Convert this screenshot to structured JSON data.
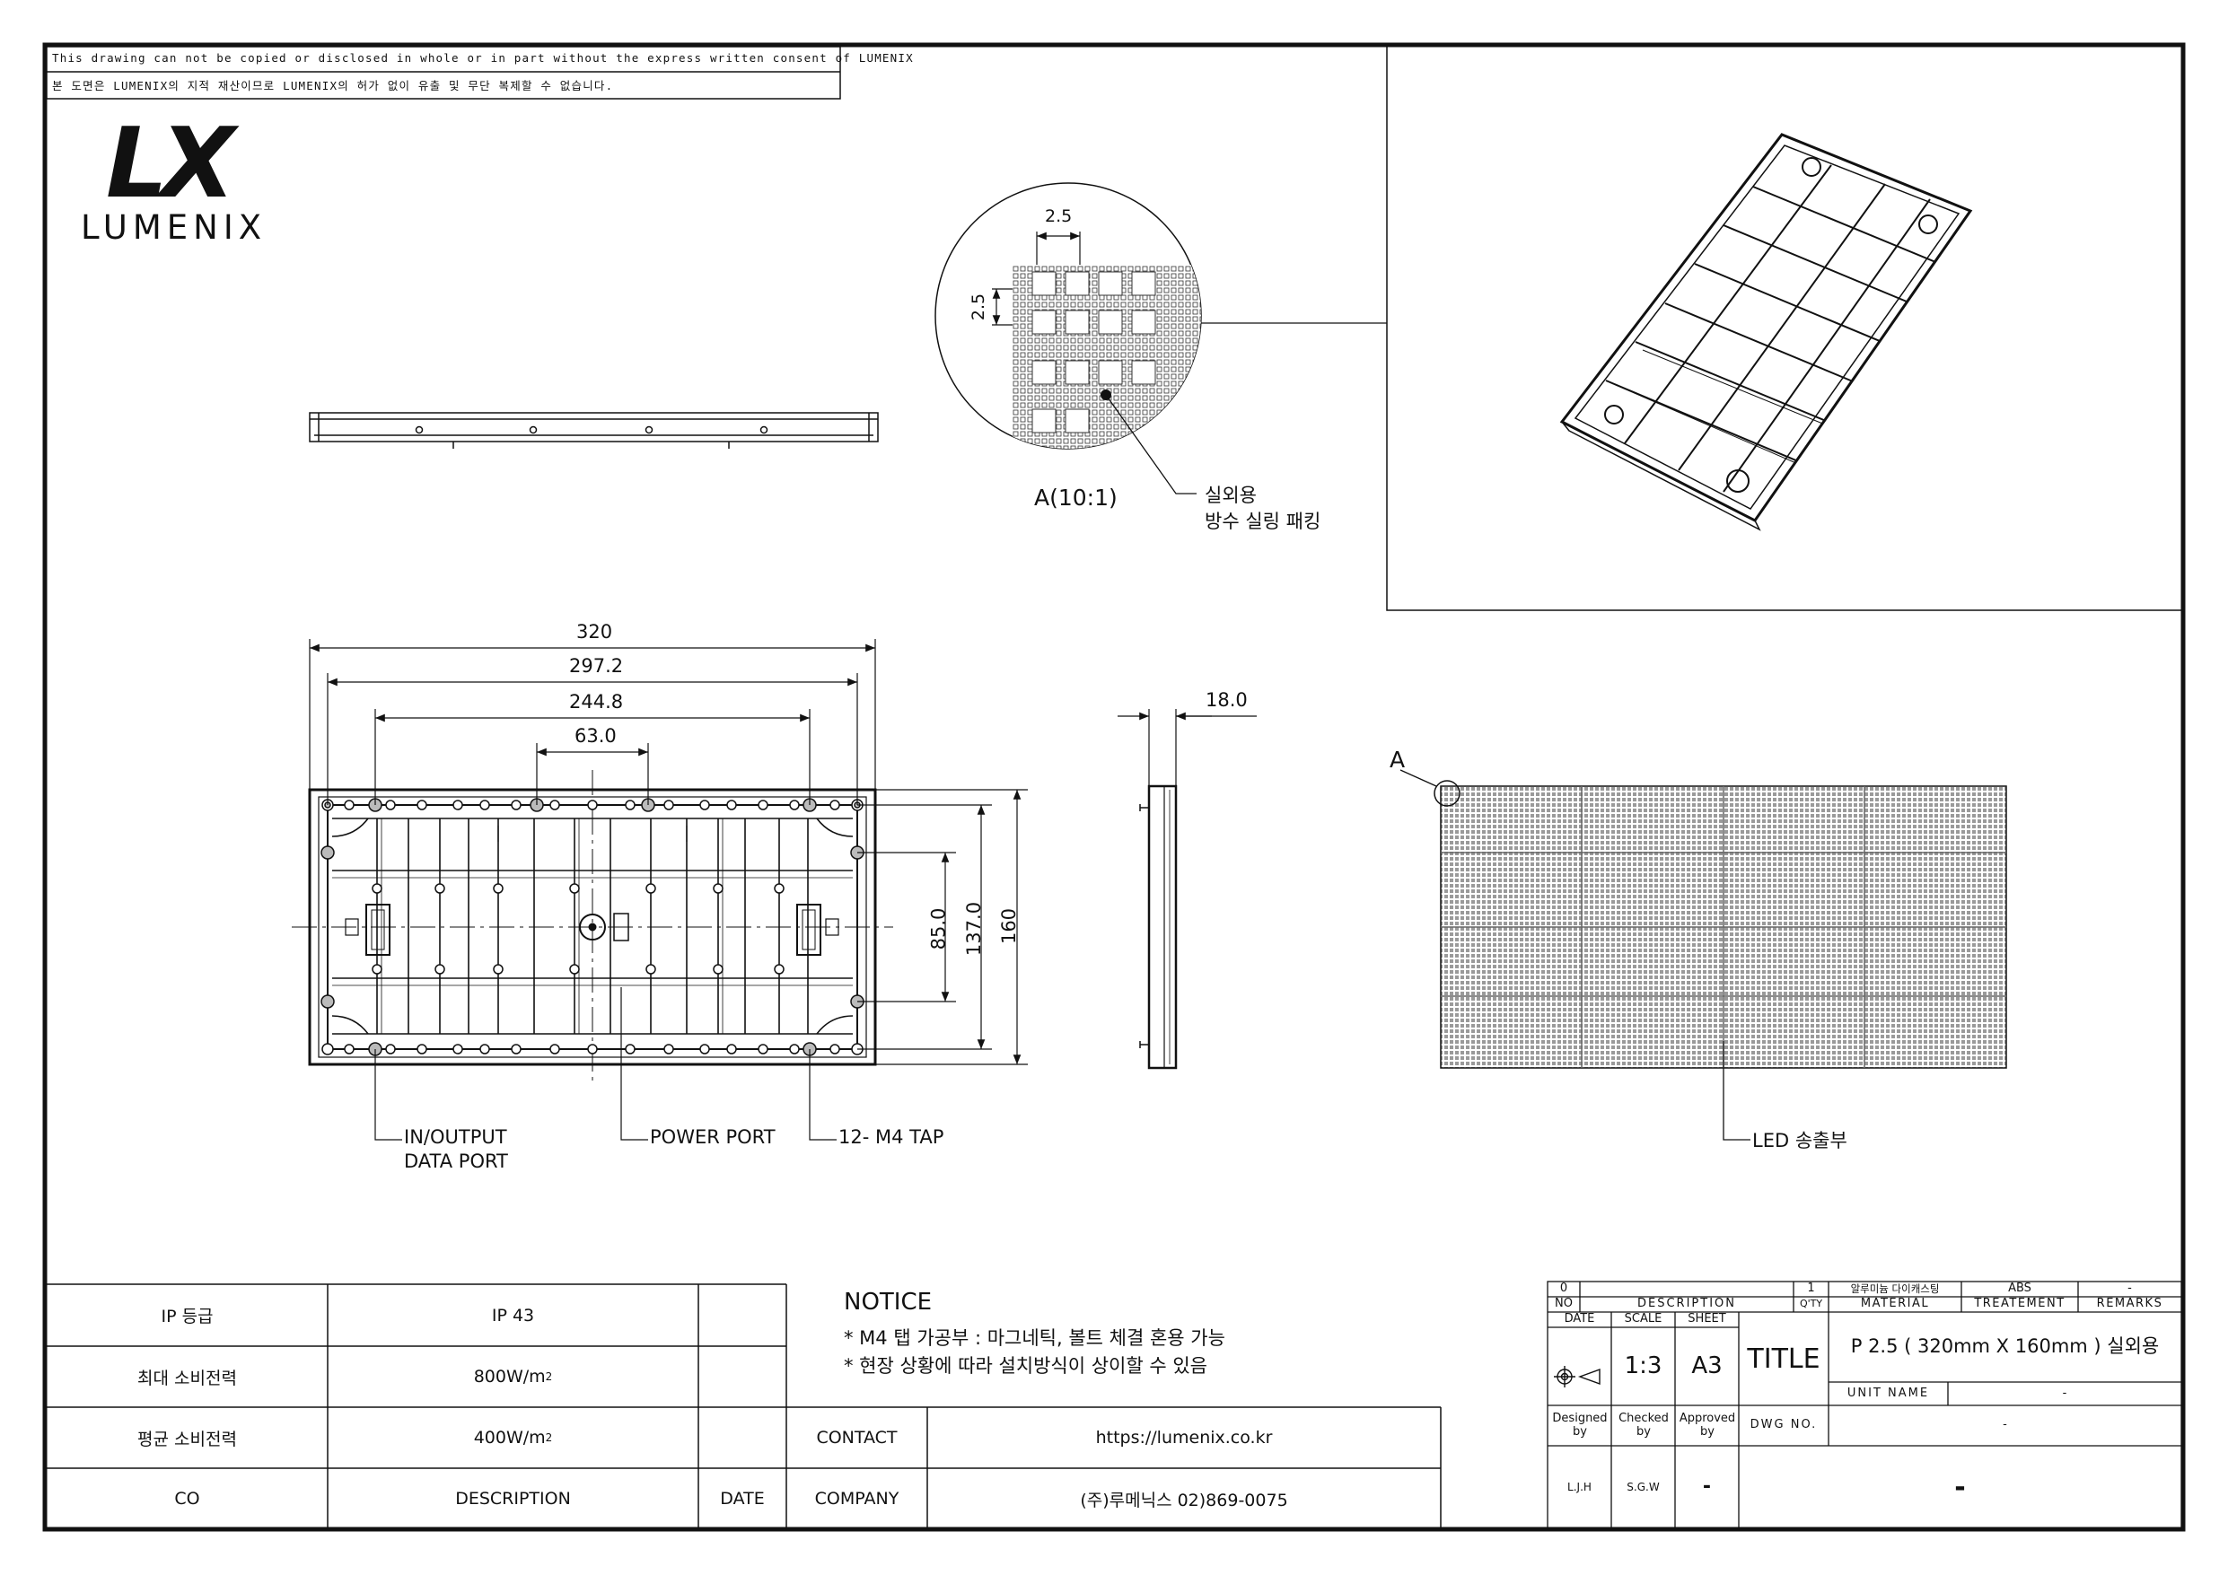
{
  "copyright": {
    "en": "This drawing can not be copied or disclosed in whole or in part without the express written consent of LUMENIX",
    "ko": "본 도면은 LUMENIX의 지적 재산이므로 LUMENIX의 허가 없이 유출 및 무단 복제할 수 없습니다."
  },
  "logo": {
    "mark": "LX",
    "name": "LUMENIX"
  },
  "detail": {
    "label": "A(10:1)",
    "pitch_h": "2.5",
    "pitch_v": "2.5",
    "callout_line1": "실외용",
    "callout_line2": "방수 실링 패킹"
  },
  "dimensions": {
    "d320": "320",
    "d297": "297.2",
    "d244": "244.8",
    "d63": "63.0",
    "d85": "85.0",
    "d137": "137.0",
    "d160": "160",
    "d18": "18.0"
  },
  "callouts": {
    "io_line1": "IN/OUTPUT",
    "io_line2": "DATA PORT",
    "power": "POWER PORT",
    "tap": "12- M4 TAP",
    "led": "LED 송출부",
    "detail_marker": "A"
  },
  "specs": {
    "rows": [
      {
        "label": "IP 등급",
        "value": "IP 43"
      },
      {
        "label": "최대 소비전력",
        "value": "800W/m",
        "sup": "2"
      },
      {
        "label": "평균 소비전력",
        "value": "400W/m",
        "sup": "2"
      },
      {
        "label": "CO",
        "value": "DESCRIPTION",
        "extra": "DATE"
      }
    ]
  },
  "notice": {
    "title": "NOTICE",
    "line1": "* M4 탭 가공부 : 마그네틱, 볼트 체결 혼용 가능",
    "line2": "* 현장 상황에 따라 설치방식이 상이할 수 있음"
  },
  "contact": {
    "contact_label": "CONTACT",
    "contact_value": "https://lumenix.co.kr",
    "company_label": "COMPANY",
    "company_value": "(주)루메닉스 02)869-0075"
  },
  "title_block": {
    "rev_no": "0",
    "qty": "1",
    "material": "알루미늄 다이캐스팅",
    "treatment": "ABS",
    "remarks": "-",
    "h_no": "NO",
    "h_desc": "DESCRIPTION",
    "h_qty": "Q'TY",
    "h_material": "MATERIAL",
    "h_treatment": "TREATEMENT",
    "h_remarks": "REMARKS",
    "h_date": "DATE",
    "h_scale": "SCALE",
    "h_sheet": "SHEET",
    "scale": "1:3",
    "sheet": "A3",
    "title_label": "TITLE",
    "title_value": "P 2.5 ( 320mm X 160mm ) 실외용",
    "unit_name_label": "UNIT NAME",
    "unit_name_value": "-",
    "designed": "Designed by",
    "checked": "Checked by",
    "approved": "Approved by",
    "dwg_label": "DWG NO.",
    "dwg_value": "-",
    "designer": "L.J.H",
    "checker": "S.G.W",
    "approver": "-",
    "bottom_value": "-"
  }
}
